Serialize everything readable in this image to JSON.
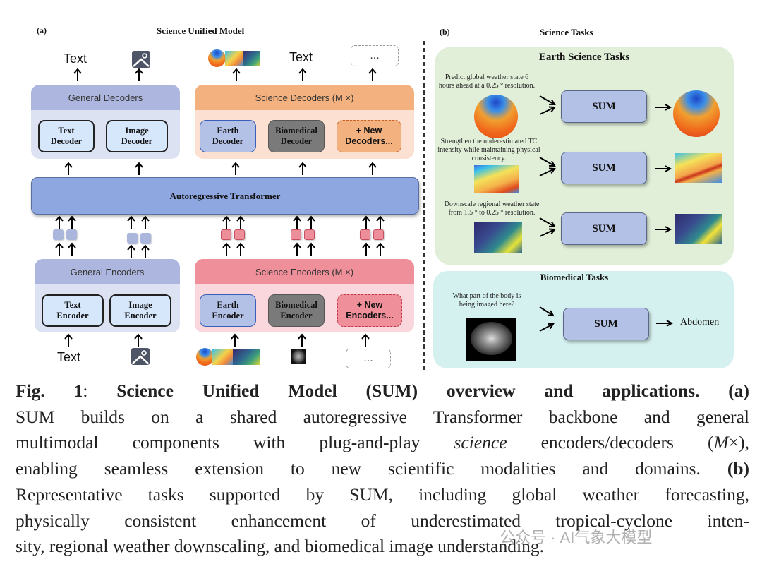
{
  "panel_a": {
    "label": "(a)",
    "title": "Science Unified Model",
    "top_outputs": {
      "general": [
        "Text",
        "image-icon"
      ],
      "science": [
        "earth-weather-images",
        "Text",
        "..."
      ]
    },
    "general_decoders": {
      "header": "General Decoders",
      "items": [
        "Text\nDecoder",
        "Image\nDecoder"
      ],
      "lines": [
        [
          "Text",
          "Decoder"
        ],
        [
          "Image",
          "Decoder"
        ]
      ]
    },
    "science_decoders": {
      "header": "Science Decoders (M ×)",
      "lines": [
        [
          "Earth",
          "Decoder"
        ],
        [
          "Biomedical",
          "Decoder"
        ],
        [
          "+ New",
          "Decoders..."
        ]
      ]
    },
    "transformer": "Autoregressive Transformer",
    "general_encoders": {
      "header": "General Encoders",
      "lines": [
        [
          "Text",
          "Encoder"
        ],
        [
          "Image",
          "Encoder"
        ]
      ]
    },
    "science_encoders": {
      "header": "Science Encoders (M ×)",
      "lines": [
        [
          "Earth",
          "Encoder"
        ],
        [
          "Biomedical",
          "Encoder"
        ],
        [
          "+ New",
          "Encoders..."
        ]
      ]
    },
    "bottom_inputs": {
      "general": [
        "Text",
        "image-icon"
      ],
      "science": [
        "earth-weather-images",
        "ct-scan-image",
        "..."
      ]
    },
    "colors": {
      "general_header": "#adb6de",
      "general_body": "#dde2f3",
      "general_box": "#d6e6fb",
      "decoder_header": "#f2b17e",
      "decoder_body": "#fce1d2",
      "encoder_header": "#ee8f9a",
      "encoder_body": "#fad7dc",
      "earth_box": "#b4c1e6",
      "bio_box": "#7a7a7a",
      "transformer": "#8ea7e0"
    }
  },
  "panel_b": {
    "label": "(b)",
    "title": "Science Tasks",
    "earth": {
      "title": "Earth Science Tasks",
      "tasks": [
        {
          "prompt": [
            "Predict global weather state 6",
            "hours ahead at a 0.25 ° resolution."
          ],
          "model": "SUM"
        },
        {
          "prompt": [
            "Strengthen the underestimated TC",
            "intensity while maintaining physical",
            "consistency."
          ],
          "model": "SUM"
        },
        {
          "prompt": [
            "Downscale regional weather state",
            "from 1.5 ° to 0.25 ° resolution."
          ],
          "model": "SUM"
        }
      ],
      "bg": "#e1efd9"
    },
    "bio": {
      "title": "Biomedical Tasks",
      "prompt": [
        "What part of the body is",
        "being imaged here?"
      ],
      "model": "SUM",
      "output": "Abdomen",
      "bg": "#d5f1ef"
    }
  },
  "caption": {
    "lines": [
      [
        {
          "t": "Fig. 1",
          "s": "b"
        },
        {
          "t": ": ",
          "s": ""
        },
        {
          "t": "Science Unified Model (SUM) overview and applications. (a)",
          "s": "b"
        }
      ],
      [
        {
          "t": "SUM builds on a shared autoregressive Transformer backbone and general",
          "s": ""
        }
      ],
      [
        {
          "t": "multimodal components with plug-and-play ",
          "s": ""
        },
        {
          "t": "science",
          "s": "i"
        },
        {
          "t": " encoders/decoders (",
          "s": ""
        },
        {
          "t": "M",
          "s": "i"
        },
        {
          "t": "×),",
          "s": ""
        }
      ],
      [
        {
          "t": "enabling seamless extension to new scientific modalities and domains. ",
          "s": ""
        },
        {
          "t": "(b)",
          "s": "b"
        }
      ],
      [
        {
          "t": "Representative tasks supported by SUM, including global weather forecasting,",
          "s": ""
        }
      ],
      [
        {
          "t": "physically consistent enhancement of underestimated tropical-cyclone inten-",
          "s": ""
        }
      ],
      [
        {
          "t": "sity, regional weather downscaling, and biomedical image understanding.",
          "s": ""
        }
      ]
    ]
  },
  "watermark": "公众号 · AI气象大模型"
}
